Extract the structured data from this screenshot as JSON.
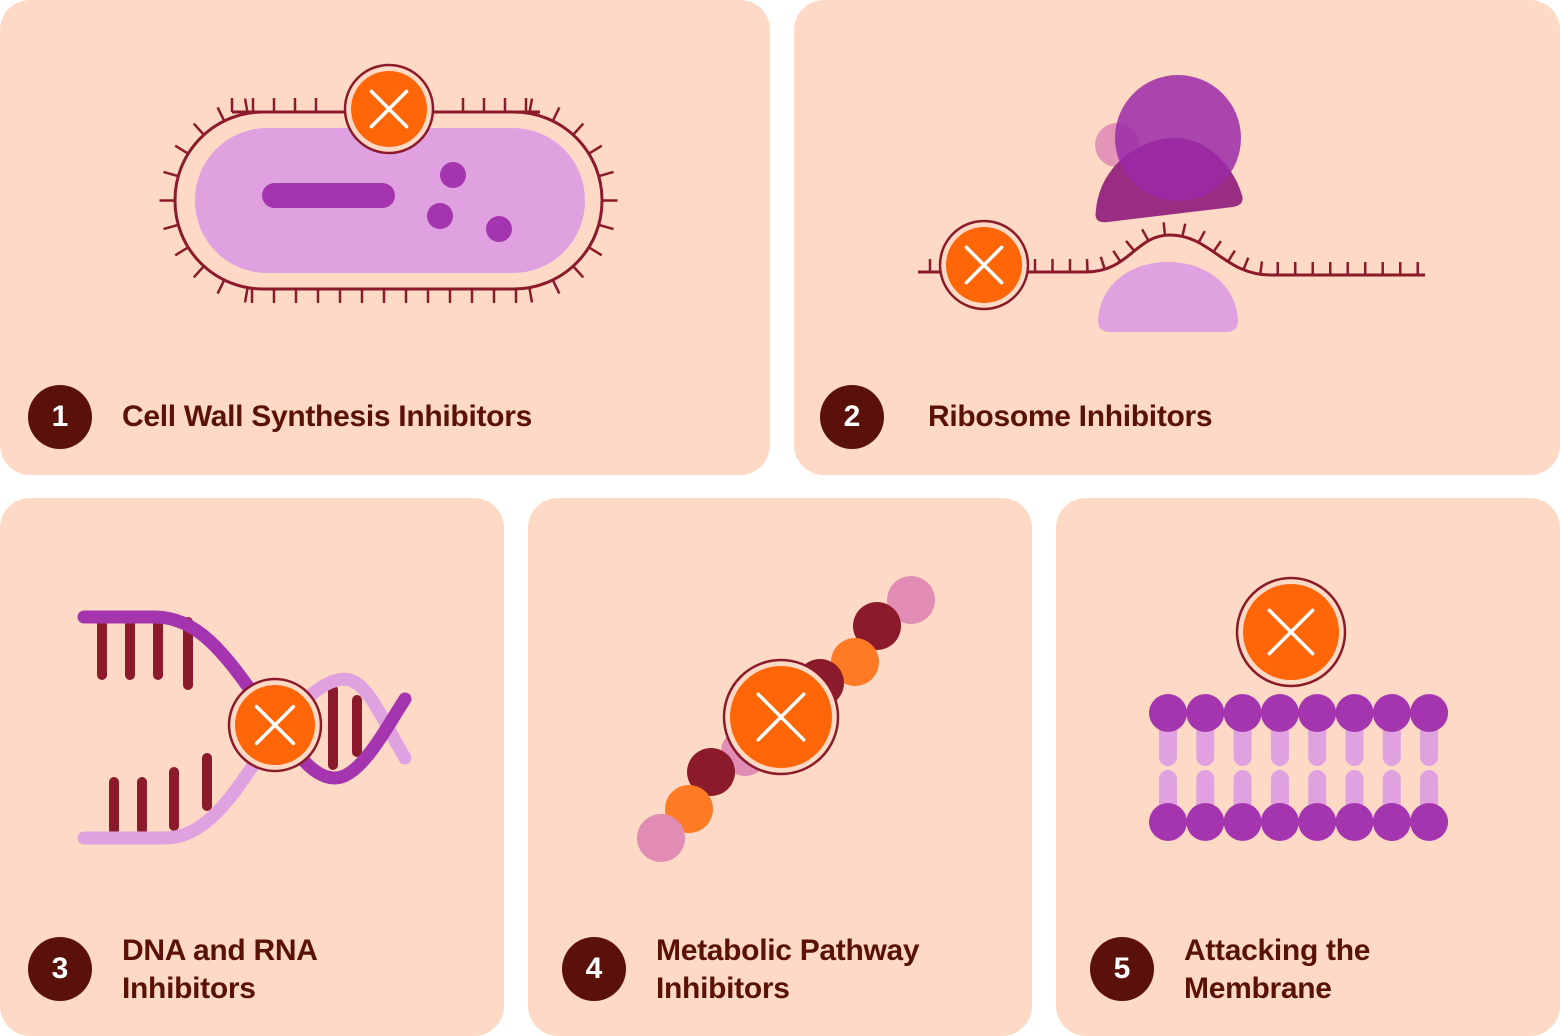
{
  "colors": {
    "card_bg": "#FEDAC6",
    "text": "#5A1208",
    "badge": "#5A1109",
    "orange": "#FF6608",
    "maroon": "#8B1A2B",
    "purple": "#A535AE",
    "light_purple": "#E0A1E0",
    "pink": "#E08CB5"
  },
  "cards": [
    {
      "number": "1",
      "title": "Cell Wall Synthesis Inhibitors"
    },
    {
      "number": "2",
      "title": "Ribosome Inhibitors"
    },
    {
      "number": "3",
      "title_line1": "DNA and RNA",
      "title_line2": "Inhibitors"
    },
    {
      "number": "4",
      "title_line1": "Metabolic Pathway",
      "title_line2": "Inhibitors"
    },
    {
      "number": "5",
      "title_line1": "Attacking the",
      "title_line2": "Membrane"
    }
  ]
}
